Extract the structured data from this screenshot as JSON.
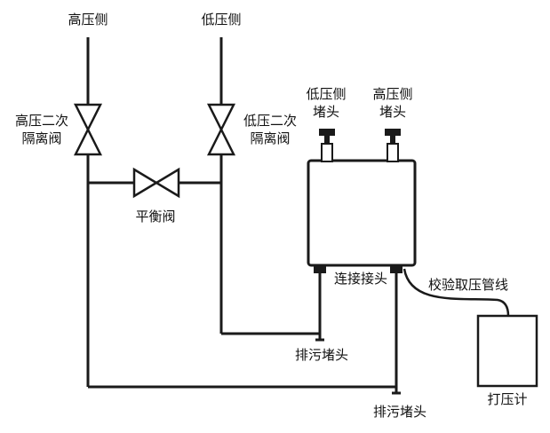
{
  "labels": {
    "high_side": "高压侧",
    "low_side": "低压侧",
    "high_valve_line1": "高压二次",
    "high_valve_line2": "隔离阀",
    "low_valve_line1": "低压二次",
    "low_valve_line2": "隔离阀",
    "balance_valve": "平衡阀",
    "low_plug_line1": "低压侧",
    "low_plug_line2": "堵头",
    "high_plug_line1": "高压侧",
    "high_plug_line2": "堵头",
    "connector": "连接接头",
    "calibration_line": "校验取压管线",
    "drain_plug_1": "排污堵头",
    "drain_plug_2": "排污堵头",
    "pressure_gauge": "打压计"
  }
}
